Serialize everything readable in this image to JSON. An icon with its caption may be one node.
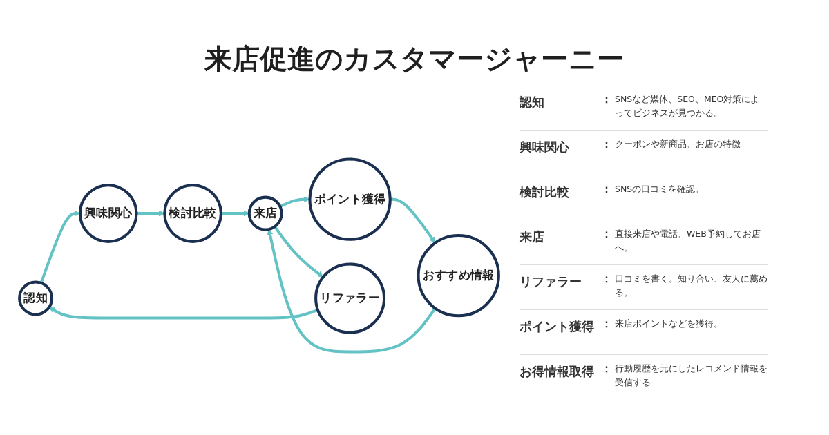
{
  "diagram": {
    "title": "来店促進のカスタマージャーニー",
    "nodes": [
      {
        "text": [
          "認知"
        ]
      },
      {
        "text": [
          "興味関心"
        ]
      },
      {
        "text": [
          "検討比較"
        ]
      },
      {
        "text": [
          "来店"
        ]
      },
      {
        "text": [
          "ポイント獲得"
        ]
      },
      {
        "text": [
          "おすすめ情報"
        ]
      },
      {
        "text": [
          "リファラー"
        ]
      }
    ],
    "edges": [
      {
        "from": 0,
        "to": 1,
        "arrow": "to"
      },
      {
        "from": 1,
        "to": 2,
        "arrow": "to"
      },
      {
        "from": 2,
        "to": 3,
        "arrow": "to"
      },
      {
        "from": 3,
        "to": 4,
        "arrow": "to"
      },
      {
        "from": 4,
        "to": 5,
        "arrow": "to"
      },
      {
        "from": 5,
        "to": 3,
        "arrow": "to"
      },
      {
        "from": 3,
        "to": 6,
        "arrow": "to"
      },
      {
        "from": 6,
        "to": 0,
        "arrow": "to"
      }
    ],
    "labels": [
      "認知",
      "：",
      "SNSなど媒体、SEO、MEO対策によってビジネスが見つかる。",
      "興味関心",
      "：",
      "クーポンや新商品、お店の特徴",
      "検討比較",
      "：",
      "SNSの口コミを確認。",
      "来店",
      "：",
      "直接来店や電話、WEB予約してお店へ。",
      "リファラー",
      "：",
      "口コミを書く。知り合い、友人に薦める。",
      "ポイント獲得",
      "：",
      "来店ポイントなどを獲得。",
      "お得情報取得",
      "：",
      "行動履歴を元にしたレコメンド情報を受信する"
    ]
  }
}
